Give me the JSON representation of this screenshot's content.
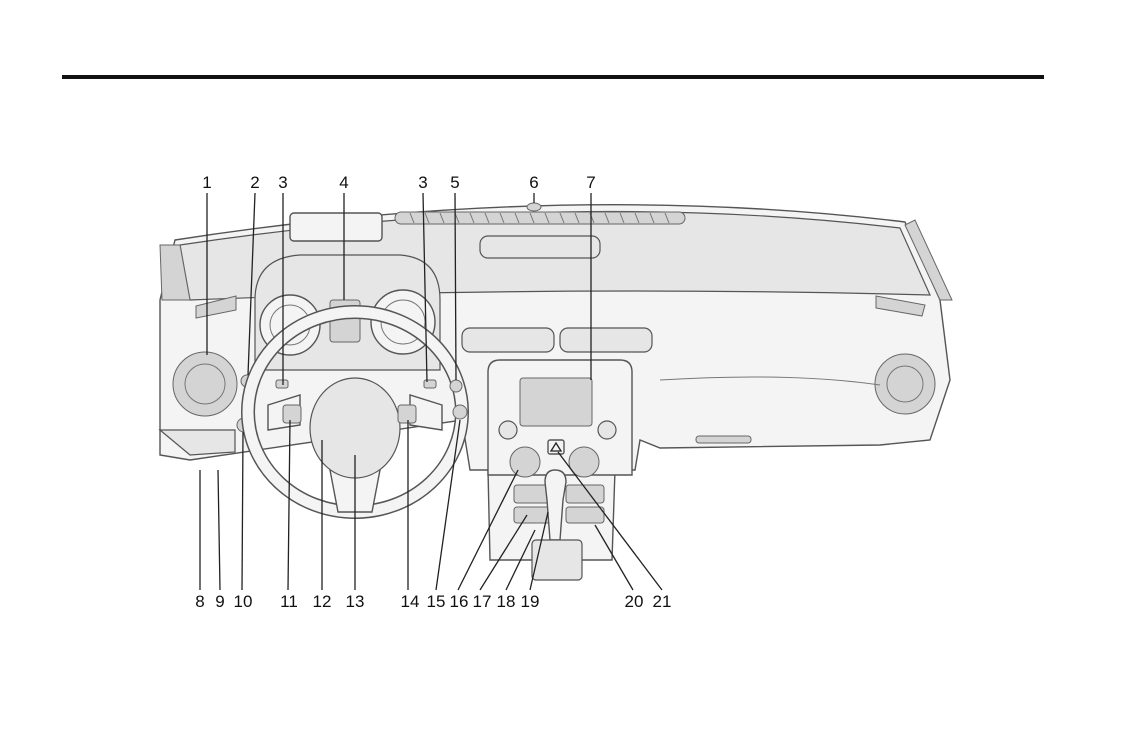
{
  "callouts_top": [
    "1",
    "2",
    "3",
    "4",
    "3",
    "5",
    "6",
    "7"
  ],
  "callouts_bottom": [
    "8",
    "9",
    "10",
    "11",
    "12",
    "13",
    "14",
    "15",
    "16",
    "17",
    "18",
    "19",
    "20",
    "21"
  ]
}
